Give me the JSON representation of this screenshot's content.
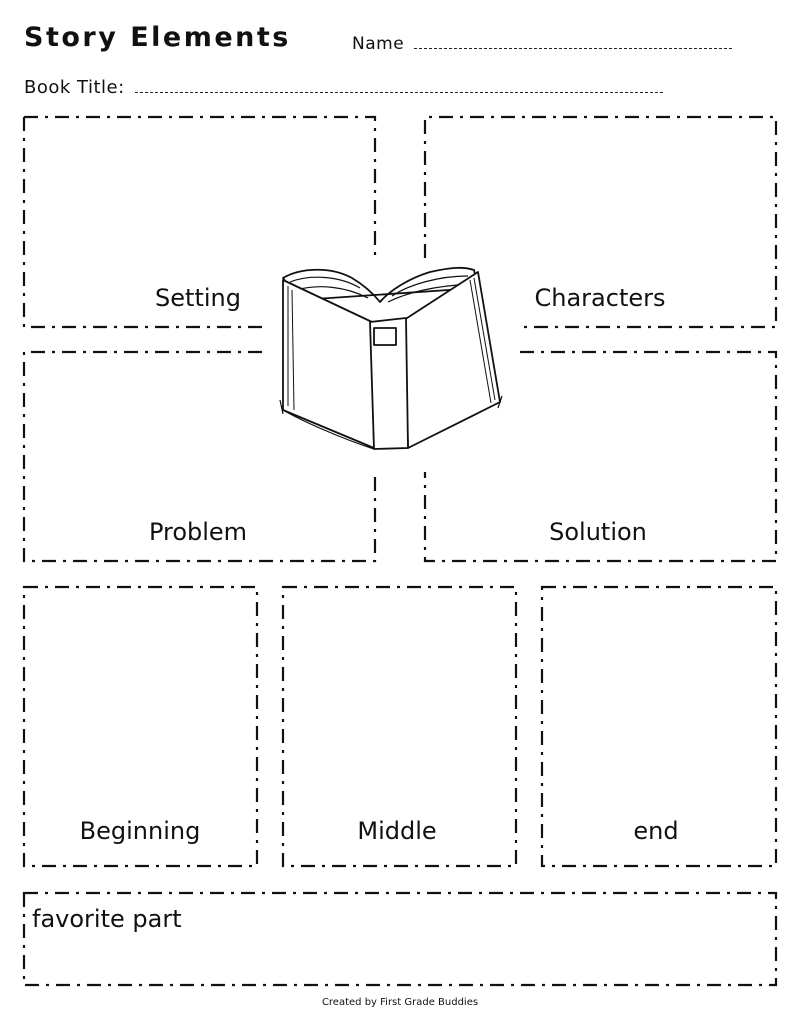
{
  "header": {
    "title": "Story Elements",
    "name_label": "Name",
    "book_title_label": "Book Title:"
  },
  "boxes": {
    "setting": "Setting",
    "characters": "Characters",
    "problem": "Problem",
    "solution": "Solution",
    "beginning": "Beginning",
    "middle": "Middle",
    "end": "end",
    "favorite": "favorite part"
  },
  "footer": {
    "credit": "Created by First Grade Buddies"
  },
  "icons": {
    "center": "open-book-icon"
  }
}
